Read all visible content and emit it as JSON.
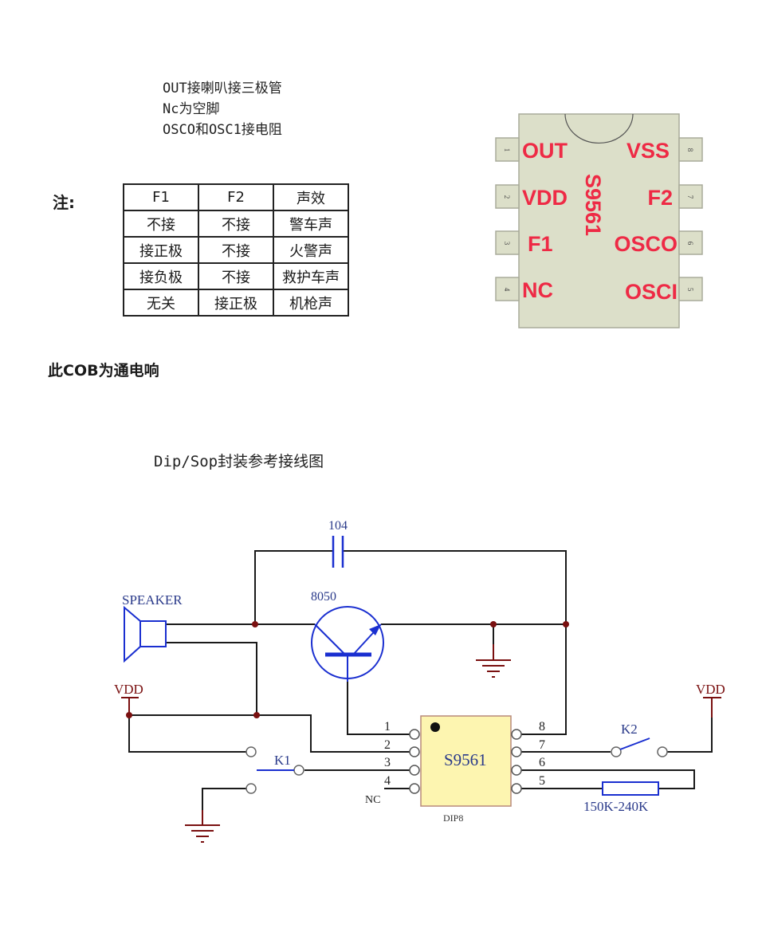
{
  "notes": [
    "OUT接喇叭接三极管",
    "Nc为空脚",
    "OSCO和OSC1接电阻"
  ],
  "table_label": "注:",
  "effect_table": {
    "headers": [
      "F1",
      "F2",
      "声效"
    ],
    "rows": [
      [
        "不接",
        "不接",
        "警车声"
      ],
      [
        "接正极",
        "不接",
        "火警声"
      ],
      [
        "接负极",
        "不接",
        "救护车声"
      ],
      [
        "无关",
        "接正极",
        "机枪声"
      ]
    ]
  },
  "cob_note": "此COB为通电响",
  "pinout": {
    "chip_name": "S9561",
    "left_pins": [
      {
        "num": "1",
        "label": "OUT"
      },
      {
        "num": "2",
        "label": "VDD"
      },
      {
        "num": "3",
        "label": "F1"
      },
      {
        "num": "4",
        "label": "NC"
      }
    ],
    "right_pins": [
      {
        "num": "8",
        "label": "VSS"
      },
      {
        "num": "7",
        "label": "F2"
      },
      {
        "num": "6",
        "label": "OSCO"
      },
      {
        "num": "5",
        "label": "OSCI"
      }
    ],
    "colors": {
      "body": "#dcdfc9",
      "label": "#ee2a45"
    }
  },
  "schematic": {
    "title": "Dip/Sop封装参考接线图",
    "capacitor_label": "104",
    "transistor_label": "8050",
    "speaker_label": "SPEAKER",
    "vdd_left": "VDD",
    "vdd_right": "VDD",
    "k1_label": "K1",
    "k2_label": "K2",
    "chip_label": "S9561",
    "package_label": "DIP8",
    "nc_label": "NC",
    "resistor_label": "150K-240K",
    "pin_numbers_left": [
      "1",
      "2",
      "3",
      "4"
    ],
    "pin_numbers_right": [
      "8",
      "7",
      "6",
      "5"
    ],
    "colors": {
      "component": "#1a2fd0",
      "power": "#7a1010",
      "wire": "#1a1a1a",
      "chip_fill": "#fdf5b0",
      "label": "#2a3a8a"
    }
  }
}
